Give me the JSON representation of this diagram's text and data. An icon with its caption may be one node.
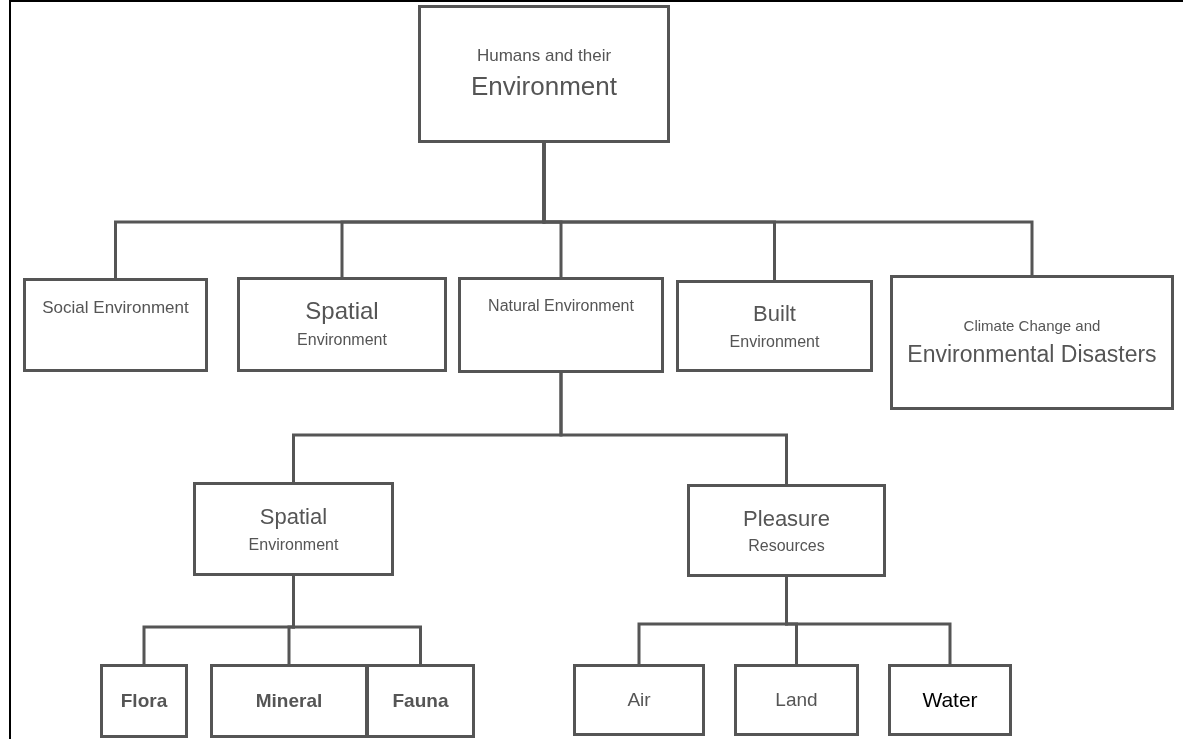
{
  "diagram": {
    "nodes": [
      {
        "text": [
          "Humans and their",
          "Environment"
        ]
      },
      {
        "text": [
          "Social Environment"
        ]
      },
      {
        "text": [
          "Spatial",
          "Environment"
        ]
      },
      {
        "text": [
          "Natural Environment"
        ]
      },
      {
        "text": [
          "Built",
          "Environment"
        ]
      },
      {
        "text": [
          "Climate Change and",
          "Environmental Disasters"
        ]
      },
      {
        "text": [
          "Spatial",
          "Environment"
        ]
      },
      {
        "text": [
          "Pleasure",
          "Resources"
        ]
      },
      {
        "text": [
          "Flora"
        ]
      },
      {
        "text": [
          "Mineral"
        ]
      },
      {
        "text": [
          "Fauna"
        ]
      },
      {
        "text": [
          "Air"
        ]
      },
      {
        "text": [
          "Land"
        ]
      },
      {
        "text": [
          "Water"
        ]
      }
    ],
    "edges": [
      {
        "from": 0,
        "to": 1,
        "arrow": "none"
      },
      {
        "from": 0,
        "to": 2,
        "arrow": "none"
      },
      {
        "from": 0,
        "to": 3,
        "arrow": "none"
      },
      {
        "from": 0,
        "to": 4,
        "arrow": "none"
      },
      {
        "from": 0,
        "to": 5,
        "arrow": "none"
      },
      {
        "from": 3,
        "to": 6,
        "arrow": "none"
      },
      {
        "from": 3,
        "to": 7,
        "arrow": "none"
      },
      {
        "from": 6,
        "to": 8,
        "arrow": "none"
      },
      {
        "from": 6,
        "to": 9,
        "arrow": "none"
      },
      {
        "from": 6,
        "to": 10,
        "arrow": "none"
      },
      {
        "from": 7,
        "to": 11,
        "arrow": "none"
      },
      {
        "from": 7,
        "to": 12,
        "arrow": "none"
      },
      {
        "from": 7,
        "to": 13,
        "arrow": "none"
      }
    ]
  }
}
